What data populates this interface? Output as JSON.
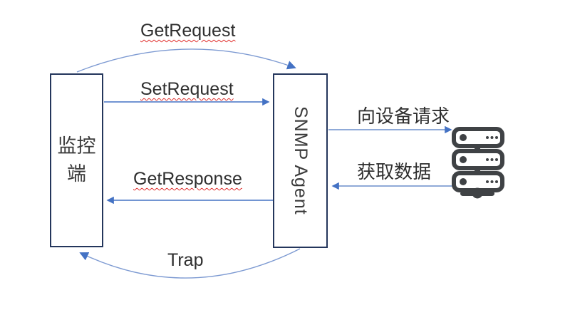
{
  "diagram": {
    "type": "flow",
    "description_nodes": [
      "monitor-client",
      "snmp-agent",
      "device-server"
    ],
    "nodes": {
      "monitor": {
        "label": "监控端"
      },
      "agent": {
        "label": "SNMP Agent"
      },
      "server": {
        "icon": "server-rack-icon"
      }
    },
    "messages": {
      "get_request": "GetRequest",
      "set_request": "SetRequest",
      "get_response": "GetResponse",
      "trap": "Trap",
      "request_device": "向设备请求",
      "fetch_data": "获取数据"
    },
    "connectors": [
      {
        "name": "getrequest-arc",
        "from": "monitor",
        "to": "agent",
        "style": "curved-over-top"
      },
      {
        "name": "setrequest-line",
        "from": "monitor",
        "to": "agent",
        "style": "straight-right"
      },
      {
        "name": "request-device-line",
        "from": "agent",
        "to": "server",
        "style": "straight-right"
      },
      {
        "name": "fetch-data-line",
        "from": "server",
        "to": "agent",
        "style": "straight-left"
      },
      {
        "name": "getresponse-line",
        "from": "agent",
        "to": "monitor",
        "style": "straight-left"
      },
      {
        "name": "trap-arc",
        "from": "agent",
        "to": "monitor",
        "style": "curved-under-bottom"
      }
    ],
    "colors": {
      "connector_blue": "#4472C4",
      "arc_blue": "#7D9AD2",
      "box_border": "#24365C",
      "text_dark": "#2F2F2F",
      "server_gray": "#3F4245",
      "spellcheck_red": "#E0302E"
    }
  }
}
